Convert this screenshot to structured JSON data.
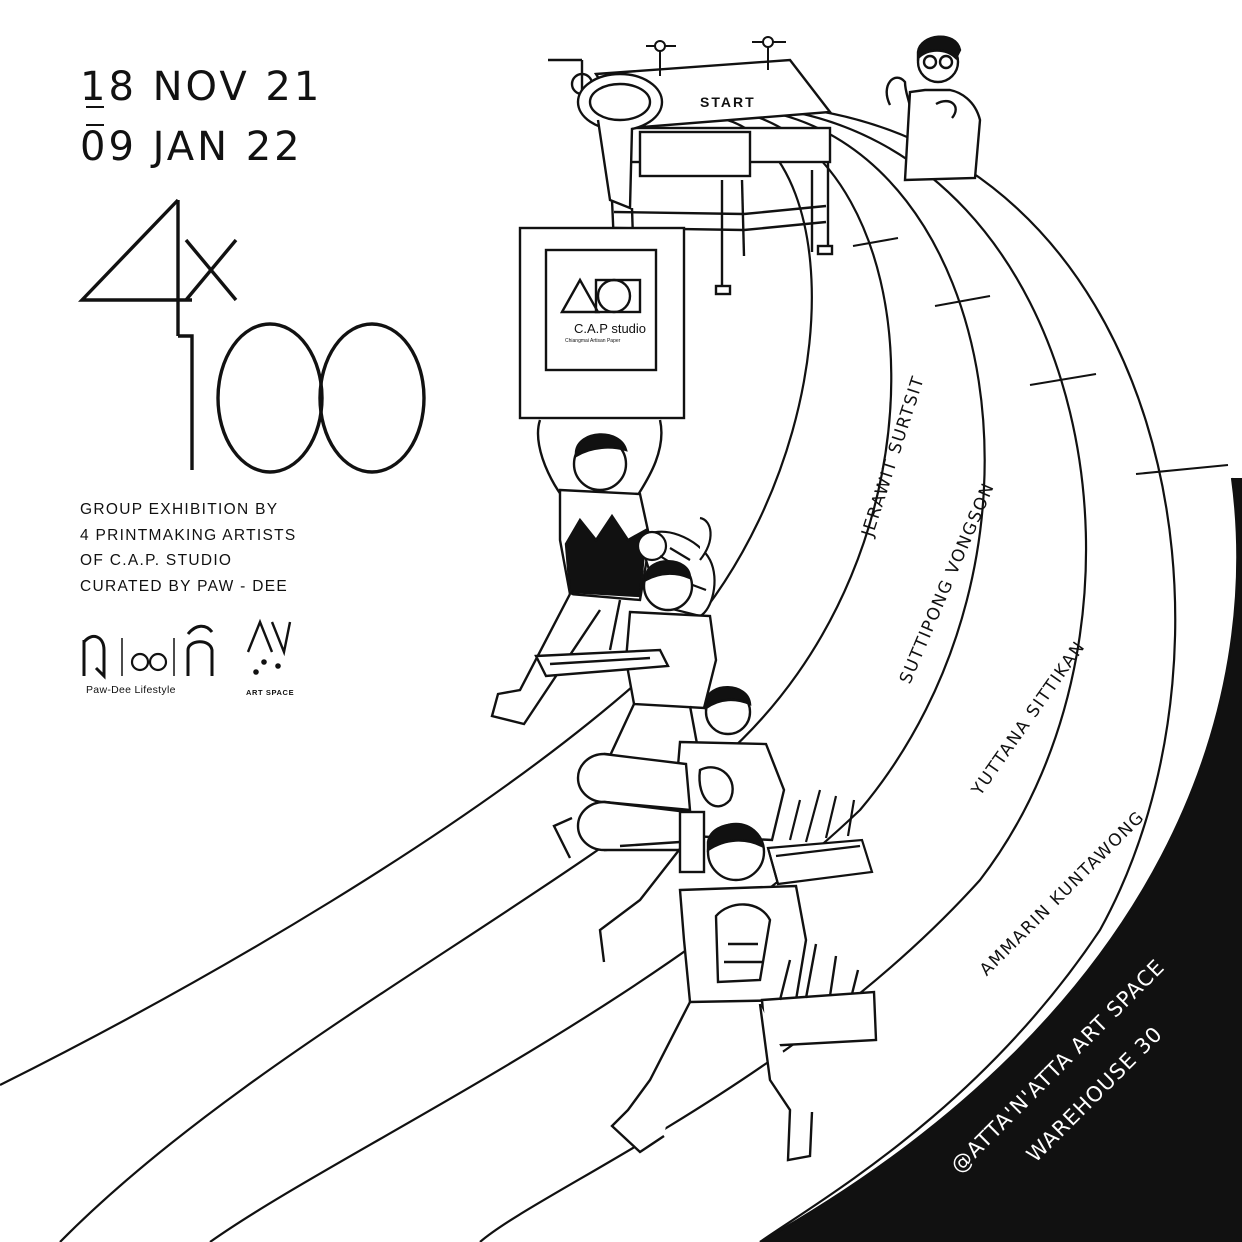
{
  "dates": {
    "start": "18 NOV 21",
    "end": "09 JAN 22"
  },
  "title": {
    "top": "4x",
    "bottom": "100"
  },
  "description": [
    "GROUP  EXHIBITION  BY",
    "4 PRINTMAKING ARTISTS",
    "OF C.A.P. STUDIO",
    "CURATED  BY PAW - DEE"
  ],
  "logos": {
    "pawdee_label": "Paw-Dee Lifestyle",
    "artspace_label": "ART SPACE"
  },
  "press": {
    "start_label": "START"
  },
  "cap_frame": {
    "name": "C.A.P studio",
    "subtitle": "Chiangmai Artisan Paper"
  },
  "artists": [
    "JERAWIT SURTSIT",
    "SUTTIPONG VONGSON",
    "YUTTANA SITTIKAN",
    "AMMARIN KUNTAWONG"
  ],
  "venue": {
    "line1": "@ATTA'N'ATTA ART SPACE",
    "line2": "WAREHOUSE 30"
  },
  "colors": {
    "ink": "#111111",
    "paper": "#ffffff"
  },
  "icons": [
    "printing-press-icon",
    "person-ok-gesture-icon",
    "runner-carrying-frame-icon",
    "tiger-icon",
    "runner-carrying-tray-icon",
    "runner-carrying-roll-icon",
    "toolbox-icon",
    "runner-carrying-paint-box-icon",
    "pawdee-logo",
    "artspace-logo"
  ]
}
